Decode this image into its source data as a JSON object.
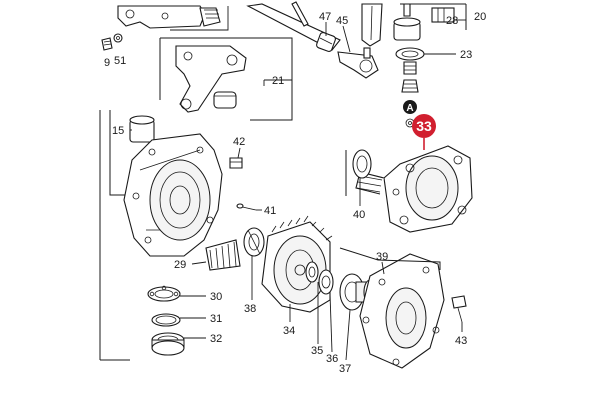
{
  "callouts": {
    "c47": "47",
    "c45": "45",
    "c28": "28",
    "c20": "20",
    "c23": "23",
    "c9": "9",
    "c51": "51",
    "c21": "21",
    "c15": "15",
    "c42": "42",
    "c41": "41",
    "c40": "40",
    "c39": "39",
    "c29": "29",
    "c30": "30",
    "c31": "31",
    "c32": "32",
    "c38": "38",
    "c34": "34",
    "c35": "35",
    "c36": "36",
    "c37": "37",
    "c43": "43"
  },
  "highlight": {
    "number": "33",
    "color": "#d11f2f"
  },
  "marker": {
    "letter": "A"
  }
}
